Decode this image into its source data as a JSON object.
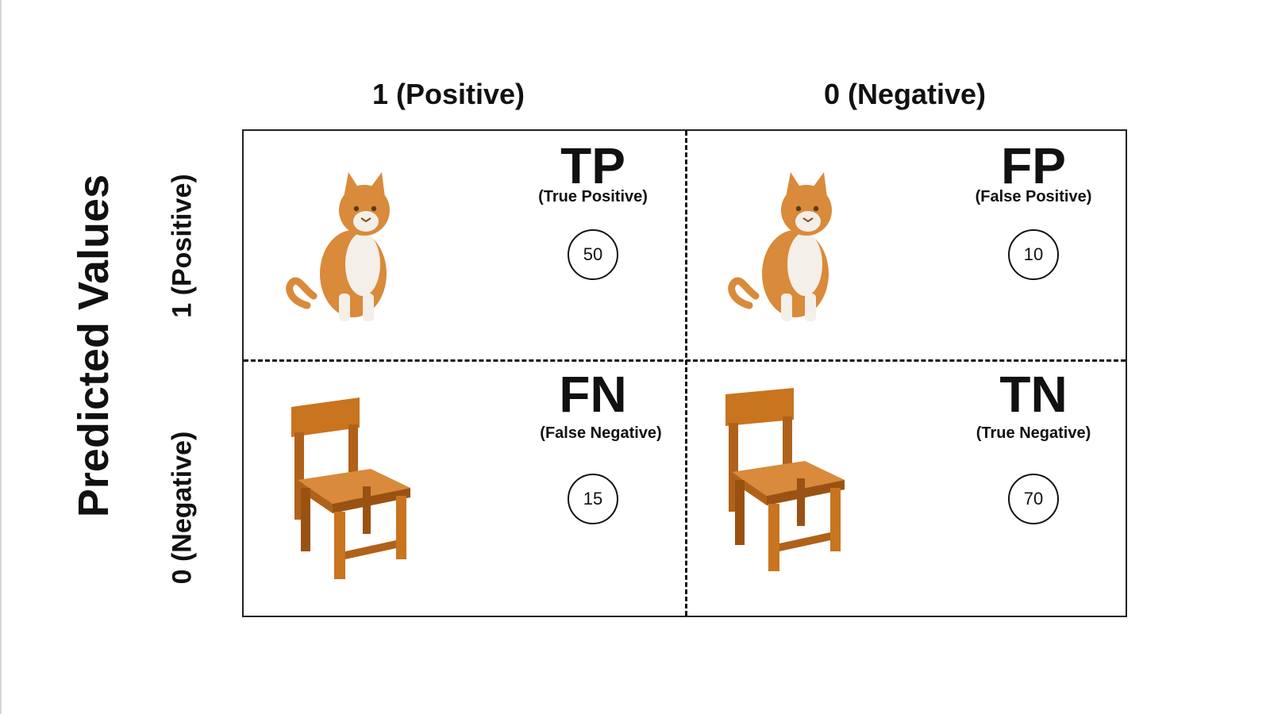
{
  "columns": {
    "positive_label": "1 (Positive)",
    "negative_label": "0 (Negative)"
  },
  "rows": {
    "axis_title": "Predicted Values",
    "positive_label": "1 (Positive)",
    "negative_label": "0 (Negative)"
  },
  "cells": {
    "tp": {
      "abbr": "TP",
      "full": "(True Positive)",
      "count": "50",
      "image": "cat-photo"
    },
    "fp": {
      "abbr": "FP",
      "full": "(False Positive)",
      "count": "10",
      "image": "cat-photo"
    },
    "fn": {
      "abbr": "FN",
      "full": "(False Negative)",
      "count": "15",
      "image": "chair-photo"
    },
    "tn": {
      "abbr": "TN",
      "full": "(True Negative)",
      "count": "70",
      "image": "chair-photo"
    }
  },
  "colors": {
    "cat_orange": "#d98a3a",
    "cat_white": "#f4efe8",
    "chair_wood": "#c9741f",
    "chair_dark": "#9a5212",
    "line": "#111111"
  }
}
